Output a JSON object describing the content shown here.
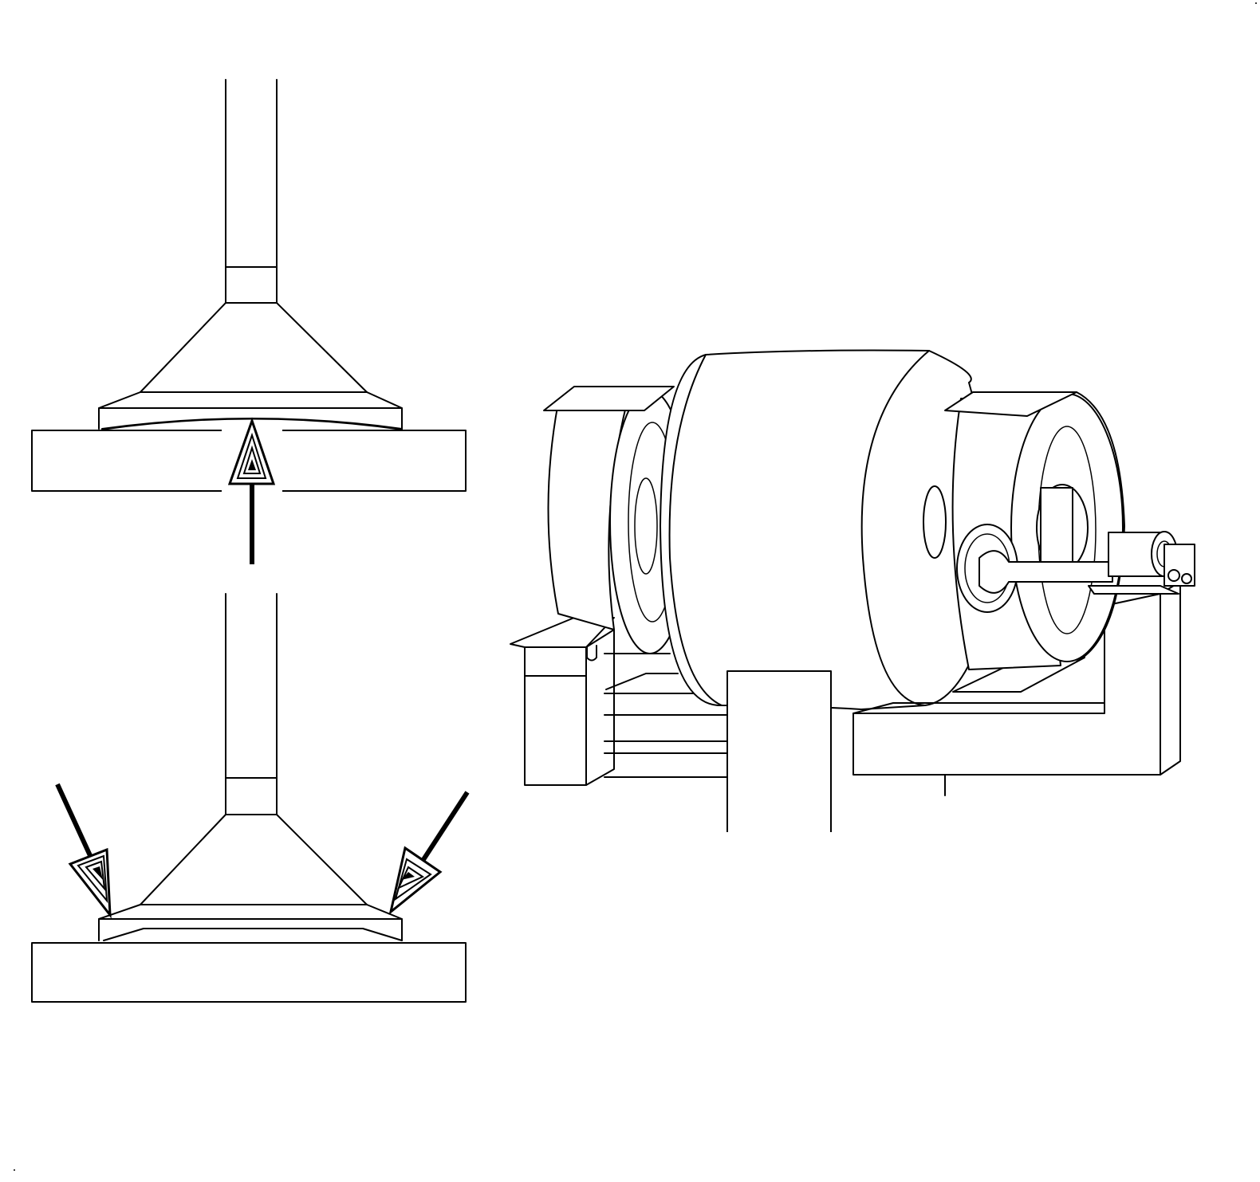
{
  "figure": {
    "panels": [
      {
        "name": "valve-check-face"
      },
      {
        "name": "valve-check-seat"
      },
      {
        "name": "valve-grinding-machine"
      }
    ],
    "colors": {
      "line": "#000000",
      "background": "#ffffff"
    },
    "icons": [
      "arrow-up-icon",
      "arrow-down-right-icon",
      "arrow-down-left-icon"
    ]
  }
}
